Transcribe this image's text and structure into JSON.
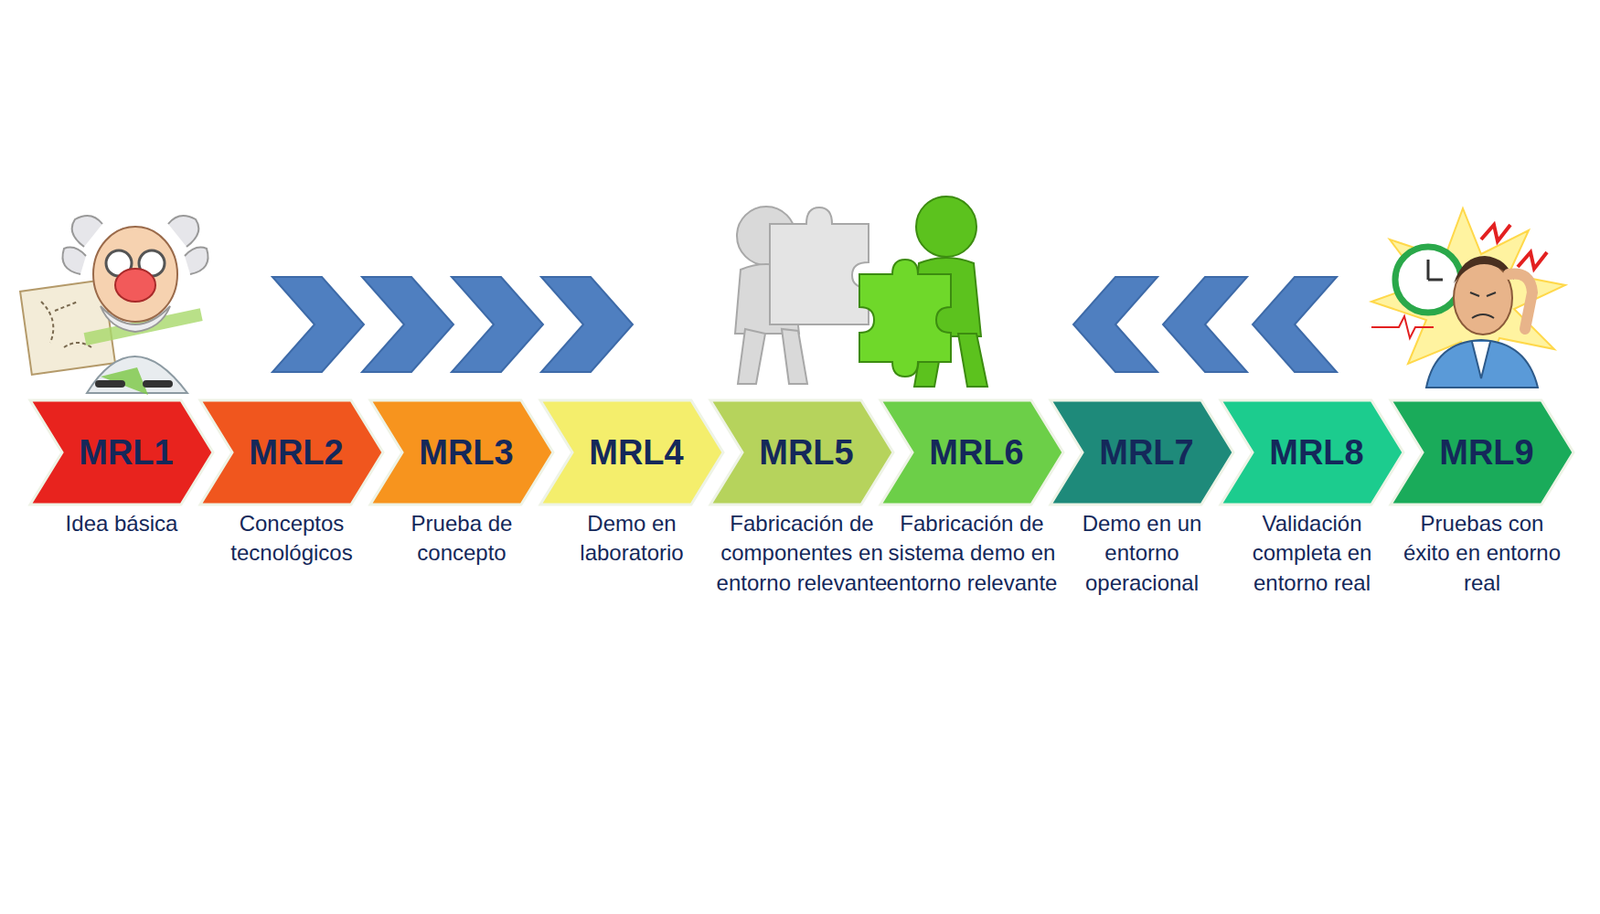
{
  "diagram": {
    "nodes": [
      {
        "text": [
          "MRL1",
          "Idea básica"
        ]
      },
      {
        "text": [
          "MRL2",
          "Conceptos tecnológicos"
        ]
      },
      {
        "text": [
          "MRL3",
          "Prueba de concepto"
        ]
      },
      {
        "text": [
          "MRL4",
          "Demo en laboratorio"
        ]
      },
      {
        "text": [
          "MRL5",
          "Fabricación de componentes en entorno relevante"
        ]
      },
      {
        "text": [
          "MRL6",
          "Fabricación de sistema demo en entorno relevante"
        ]
      },
      {
        "text": [
          "MRL7",
          "Demo en un entorno operacional"
        ]
      },
      {
        "text": [
          "MRL8",
          "Validación completa en entorno real"
        ]
      },
      {
        "text": [
          "MRL9",
          "Pruebas con éxito en entorno real"
        ]
      }
    ]
  }
}
